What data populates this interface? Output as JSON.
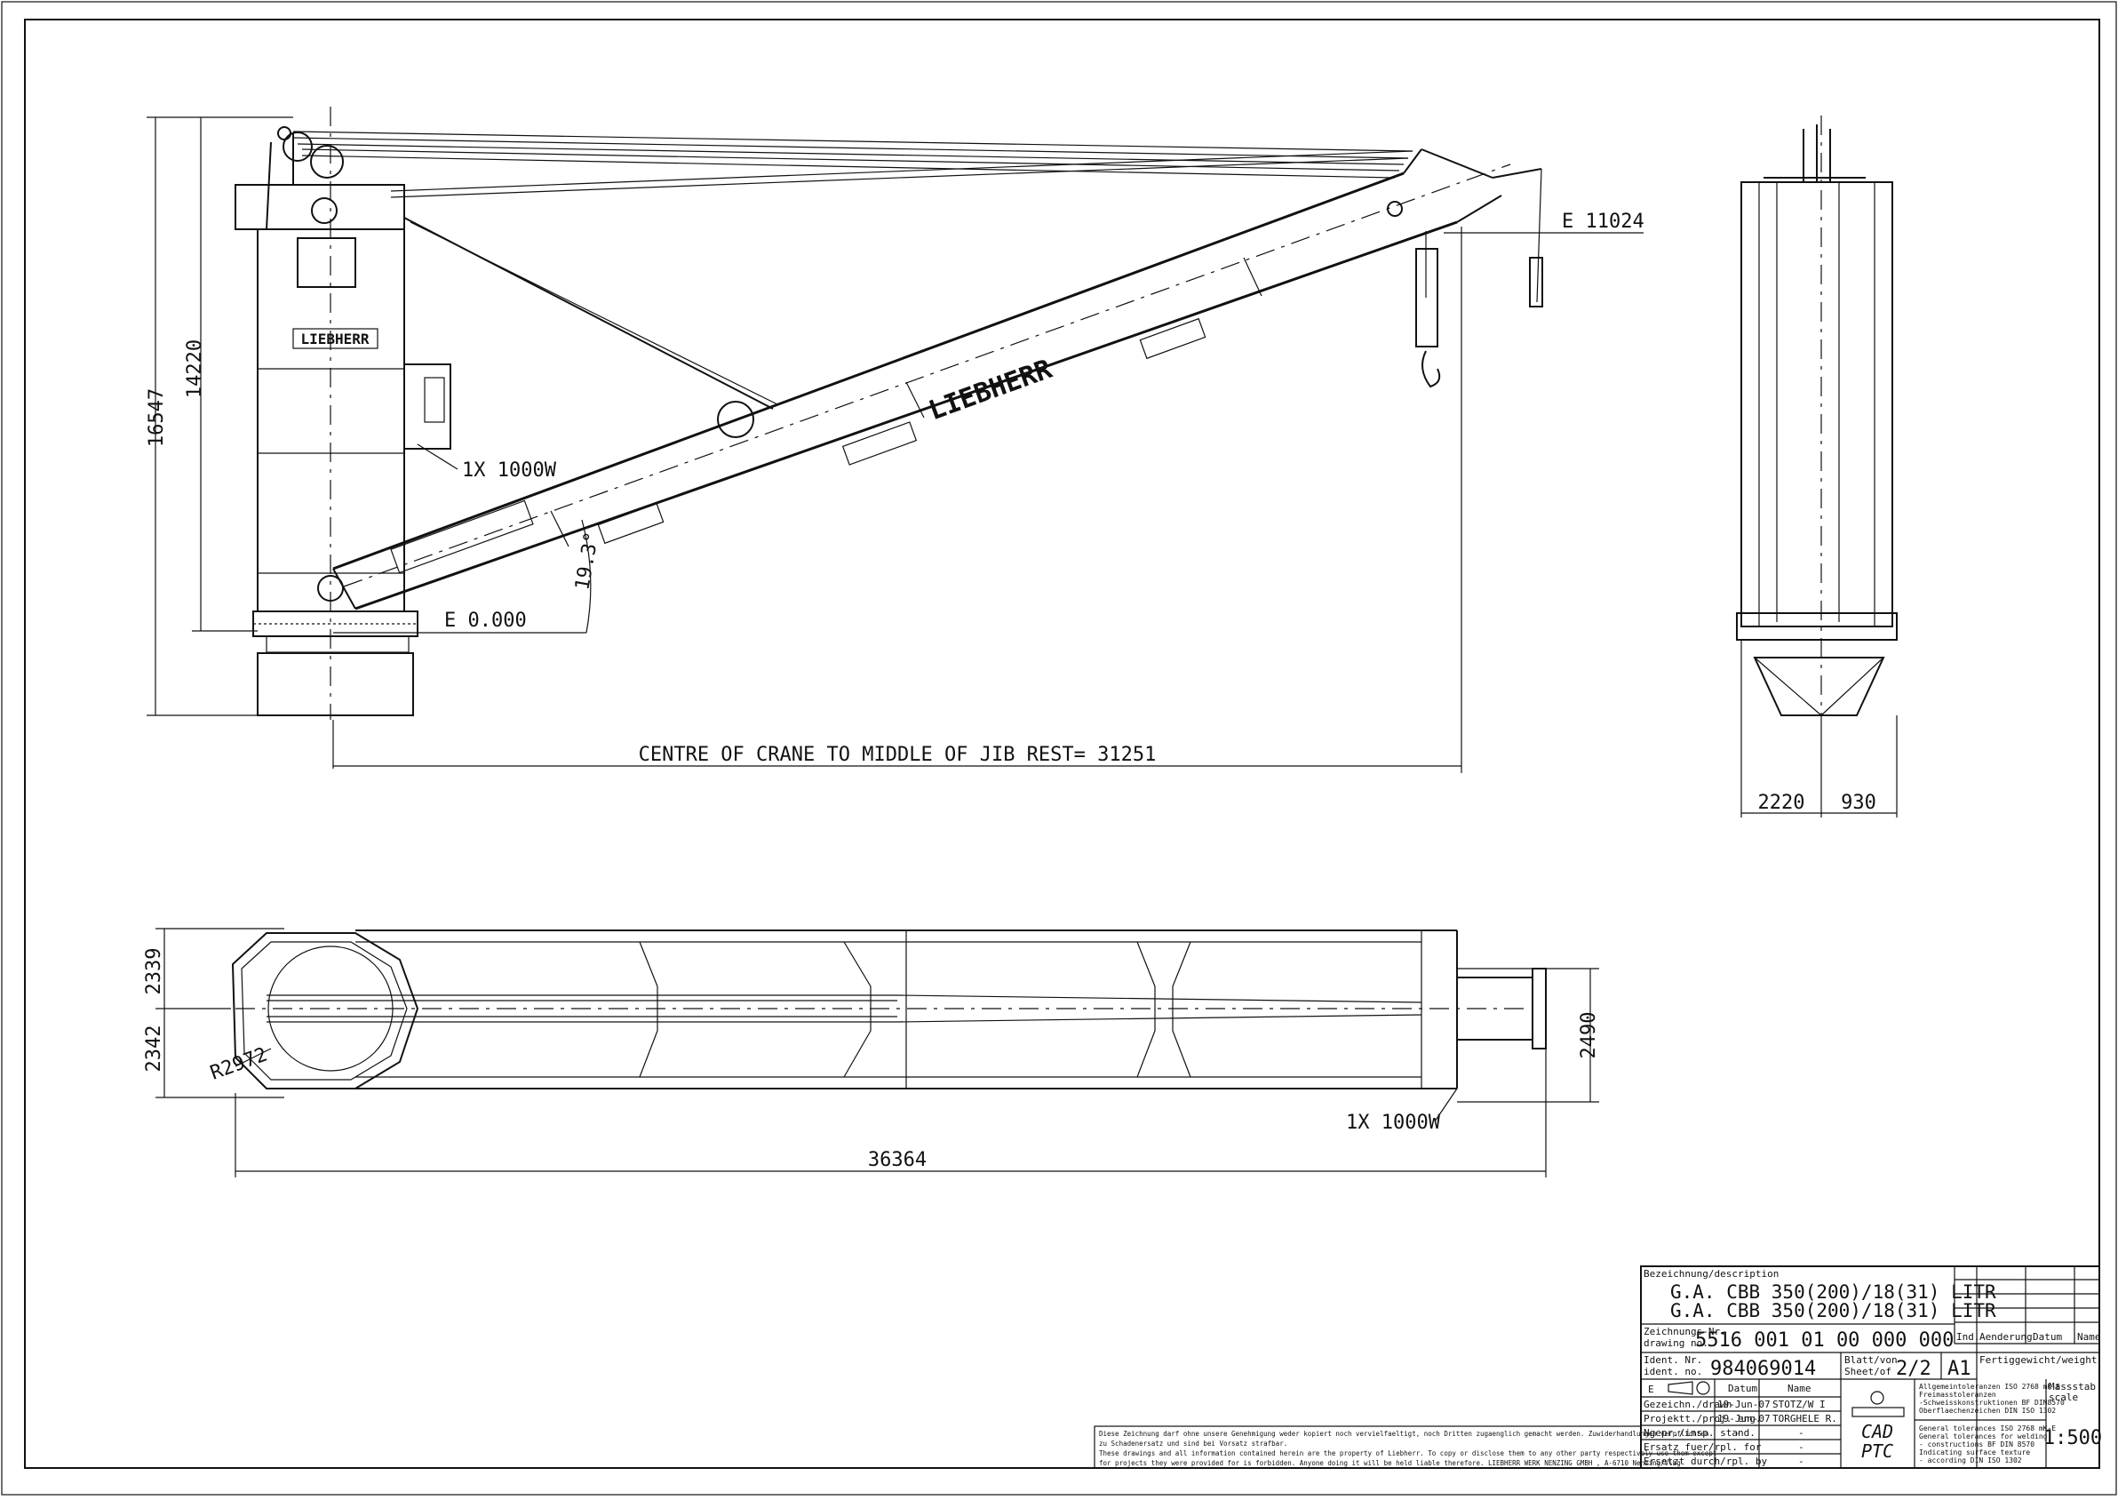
{
  "side_view": {
    "brand_tower": "LIEBHERR",
    "brand_jib": "LIEBHERR",
    "dim_total_height": "16547",
    "dim_pivot_height": "14220",
    "elev_top": "E 11024",
    "elev_base": "E 0.000",
    "angle": "19.3°",
    "light_label": "1X 1000W",
    "centre_to_rest": "CENTRE OF CRANE TO MIDDLE OF JIB REST= 31251"
  },
  "end_view": {
    "dim_left": "2220",
    "dim_right": "930"
  },
  "plan_view": {
    "dim_upper_width": "2339",
    "dim_lower_width": "2342",
    "radius": "R2972",
    "dim_rest_width": "2490",
    "dim_length": "36364",
    "light_label": "1X 1000W"
  },
  "title_block": {
    "description_label": "Bezeichnung/description",
    "description_line1": "G.A. CBB 350(200)/18(31) LITR",
    "description_line2": "G.A. CBB 350(200)/18(31) LITR",
    "drawing_no_label_de": "Zeichnungs-Nr.",
    "drawing_no_label_en": "drawing no.",
    "drawing_no": "5516 001 01 00 000 000",
    "ident_label_de": "Ident. Nr.",
    "ident_label_en": "ident. no.",
    "ident_no": "984069014",
    "sheet_label_de": "Blatt/von",
    "sheet_label_en": "Sheet/of",
    "sheet": "2/2",
    "format": "A1",
    "weight_label": "Fertiggewicht/weight",
    "rev_headers": [
      "Ind.",
      "Aenderung",
      "Datum",
      "Name"
    ],
    "projection": "E",
    "date_header": "Datum",
    "name_header": "Name",
    "rows": [
      {
        "label": "Gezeichn./drawn",
        "date": "19-Jun-07",
        "name": "STOTZ/W I"
      },
      {
        "label": "Projektt./proj. eng.",
        "date": "19-Jun-07",
        "name": "TORGHELE R."
      },
      {
        "label": "Ngepr./insp. stand.",
        "date": "-",
        "name": "-"
      },
      {
        "label": "Ersatz fuer/rpl. for",
        "date": "",
        "name": "-"
      },
      {
        "label": "Ersetzt durch/rpl. by",
        "date": "",
        "name": "-"
      }
    ],
    "cad_line1": "CAD",
    "cad_line2": "PTC",
    "tolerance_lines": [
      "Allgemeintoleranzen ISO 2768 mK-E",
      "Freimasstoleranzen",
      "-Schweisskonstruktionen BF DIN8570",
      "Oberflaechenzeichen DIN ISO 1302",
      "General tolerances ISO 2768 mK-E",
      "General tolerances for welding",
      "- constructions BF DIN 8570",
      "Indicating surface texture",
      "- according DIN ISO 1302"
    ],
    "scale_label_de": "Massstab",
    "scale_label_en": "scale",
    "scale": "1:500",
    "disclaimer": [
      "Diese Zeichnung darf ohne unsere Genehmigung weder kopiert noch vervielfaeltigt, noch Dritten zugaenglich gemacht werden. Zuwiderhandlungen verpflichten",
      "zu Schadenersatz und sind bei Vorsatz strafbar.",
      "These drawings and all information contained herein are the property of Liebherr. To copy or disclose them to any other party respectively use them except",
      "for projects they were provided for is forbidden. Anyone doing it will be held liable therefore.        LIEBHERR WERK NENZING GMBH , A-6710 Nenzing/Vlbg"
    ]
  }
}
